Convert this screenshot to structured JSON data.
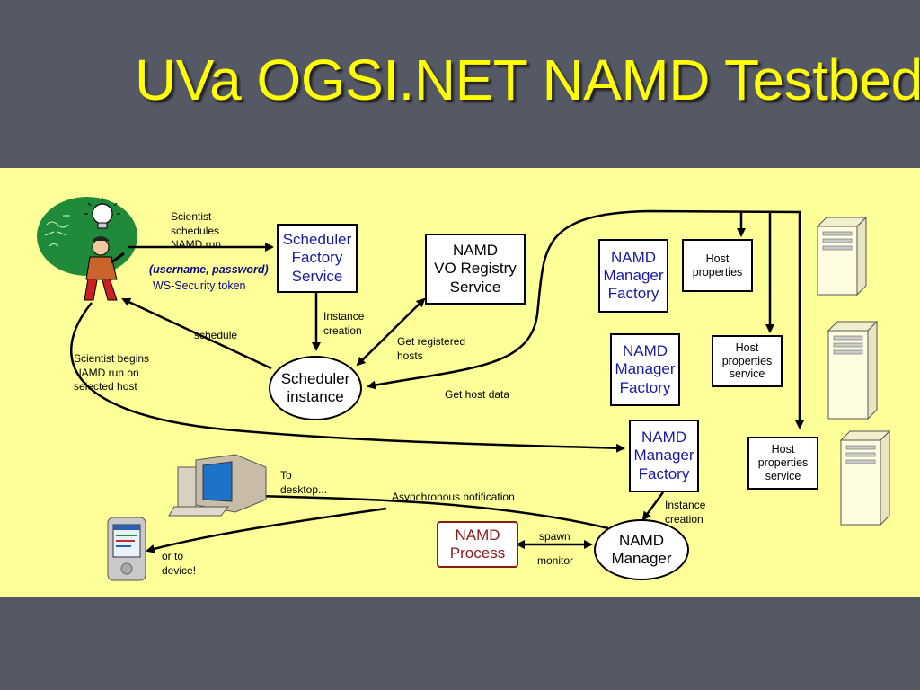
{
  "slide": {
    "title": "UVa OGSI.NET NAMD Testbed"
  },
  "colors": {
    "title_bg": "#555965",
    "title_text": "#ffff00",
    "diagram_bg": "#ffff99",
    "blue_text": "#1a1aa0",
    "process_border": "#8b1a1a"
  },
  "diagram": {
    "nodes": {
      "scheduler_factory": "Scheduler\nFactory\nService",
      "vo_registry": "NAMD\nVO Registry\nService",
      "scheduler_instance": "Scheduler\ninstance",
      "manager_factory_1": "NAMD\nManager\nFactory",
      "manager_factory_2": "NAMD\nManager\nFactory",
      "manager_factory_3": "NAMD\nManager\nFactory",
      "host_properties_1": "Host\nproperties",
      "host_properties_2": "Host\nproperties\nservice",
      "host_properties_3": "Host\nproperties\nservice",
      "namd_manager": "NAMD\nManager",
      "namd_process": "NAMD\nProcess"
    },
    "labels": {
      "scientist_schedules": "Scientist\nschedules\nNAMD run",
      "credentials": "(username, password)",
      "ws_security": "WS-Security token",
      "instance_creation_1": "Instance\ncreation",
      "schedule": "schedule",
      "get_registered_hosts": "Get registered\nhosts",
      "get_host_data": "Get host data",
      "scientist_begins": "Scientist begins\nNAMD run on\nselected host",
      "to_desktop": "To\ndesktop...",
      "async_notification": "Asynchronous notification",
      "instance_creation_2": "Instance\ncreation",
      "spawn": "spawn",
      "monitor": "monitor",
      "or_to_device": "or to\ndevice!"
    },
    "icons": [
      "scientist-icon",
      "lightbulb-icon",
      "server-tower-icon",
      "desktop-computer-icon",
      "pda-device-icon"
    ]
  }
}
